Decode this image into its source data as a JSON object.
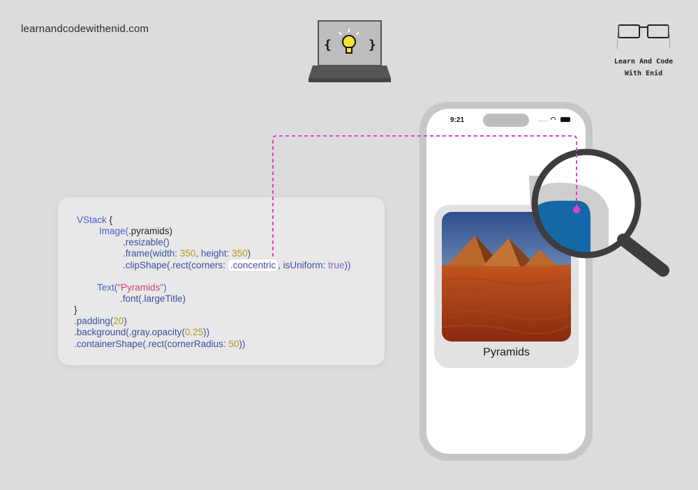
{
  "site": {
    "url": "learnandcodewithenid.com"
  },
  "brand": {
    "line1": "Learn And Code",
    "line2": "With Enid"
  },
  "logo": {
    "braces_left": "{",
    "braces_right": "}",
    "icon": "lightbulb-icon"
  },
  "code": {
    "l1_kw": "VStack",
    "l1_brace": " {",
    "l2_fn": "Image(",
    "l2_arg": ".pyramids",
    "l2_end": ")",
    "l3": ".resizable()",
    "l4_a": ".frame(width: ",
    "l4_n1": "350",
    "l4_b": ", height: ",
    "l4_n2": "350",
    "l4_c": ")",
    "l5_a": ".clipShape(.rect(corners: ",
    "l5_hl": ".concentric",
    "l5_b": ", isUniform: ",
    "l5_bool": "true",
    "l5_c": "))",
    "l6_kw": "Text(",
    "l6_str": "\"Pyramids\"",
    "l6_end": ")",
    "l7": ".font(.largeTitle)",
    "l8": "}",
    "l9_a": ".padding(",
    "l9_n": "20",
    "l9_b": ")",
    "l10_a": ".background(.gray.opacity(",
    "l10_n": "0.25",
    "l10_b": "))",
    "l11_a": ".containerShape(.rect(cornerRadius: ",
    "l11_n": "50",
    "l11_b": "))"
  },
  "phone": {
    "time": "9:21",
    "signal": "....",
    "wifi": "◠",
    "caption": "Pyramids"
  },
  "colors": {
    "background": "#dcdcdc",
    "accent_dashed": "#e040c8",
    "concentric_blue": "#1468a8",
    "magnifier": "#3d3d3d"
  }
}
